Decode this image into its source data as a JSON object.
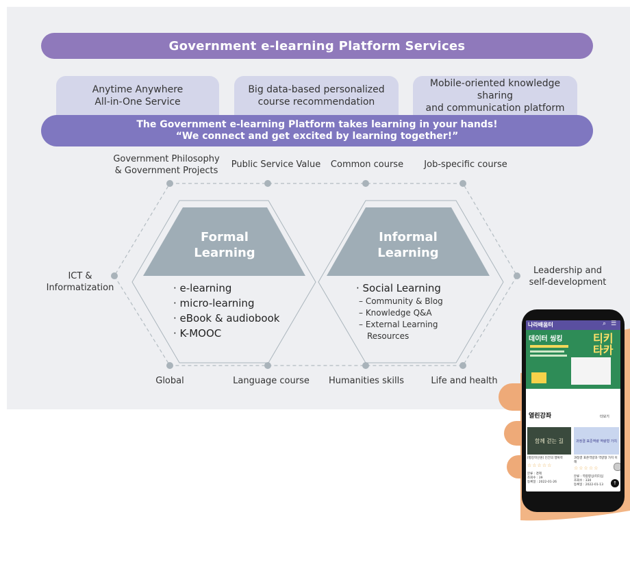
{
  "header": {
    "title": "Government e-learning Platform Services"
  },
  "features": [
    {
      "line1": "Anytime Anywhere",
      "line2": "All-in-One Service"
    },
    {
      "line1": "Big data-based personalized",
      "line2": "course recommendation"
    },
    {
      "line1": "Mobile-oriented knowledge sharing",
      "line2": "and communication platform"
    }
  ],
  "slogan": {
    "line1": "The Government e-learning Platform takes learning in your hands!",
    "line2": "“We connect and get excited by learning together!”"
  },
  "top_topics": {
    "philosophy_1": "Government Philosophy",
    "philosophy_2": "& Government Projects",
    "public_value": "Public Service Value",
    "common": "Common course",
    "job": "Job-specific course"
  },
  "side_topics": {
    "ict_1": "ICT &",
    "ict_2": "Informatization",
    "leadership_1": "Leadership and",
    "leadership_2": "self-development"
  },
  "bottom_topics": {
    "global": "Global",
    "language": "Language course",
    "humanities": "Humanities skills",
    "life": "Life and health"
  },
  "formal": {
    "title_1": "Formal",
    "title_2": "Learning",
    "items": [
      "· e-learning",
      "· micro-learning",
      "· eBook & audiobook",
      "· K-MOOC"
    ]
  },
  "informal": {
    "title_1": "Informal",
    "title_2": "Learning",
    "main": "· Social Learning",
    "subs": [
      "– Community & Blog",
      "– Knowledge Q&A",
      "– External Learning",
      "Resources"
    ]
  },
  "phone": {
    "brand": "나라배움터",
    "promo_title": "데이터 씽킹",
    "promo_art": "티키 타카",
    "section_title": "열린강좌",
    "more": "더보기",
    "course1_thumb": "함께 걷는 길",
    "course2_thumb": "과정결 표준역량 역량형 가치",
    "course1_caption": "[평강학선원] 인간의 행복학",
    "course2_caption": "과정결 표준역량과 역량형 가치 이해",
    "course1_meta": [
      "분류 : 경제",
      "조회수 : 39",
      "등록일 : 2022-01-26"
    ],
    "course2_meta": [
      "분류 : 역량향상/리더십",
      "조회수 : 330",
      "등록일 : 2022-01-13"
    ],
    "stars": "☆☆☆☆☆"
  },
  "colors": {
    "panel_bg": "#eeeff2",
    "banner": "#8f79bb",
    "feature_bg": "#d4d6ea",
    "slogan": "#7f77c0",
    "trapezoid": "#9fadb6",
    "node": "#a9b3ba"
  }
}
